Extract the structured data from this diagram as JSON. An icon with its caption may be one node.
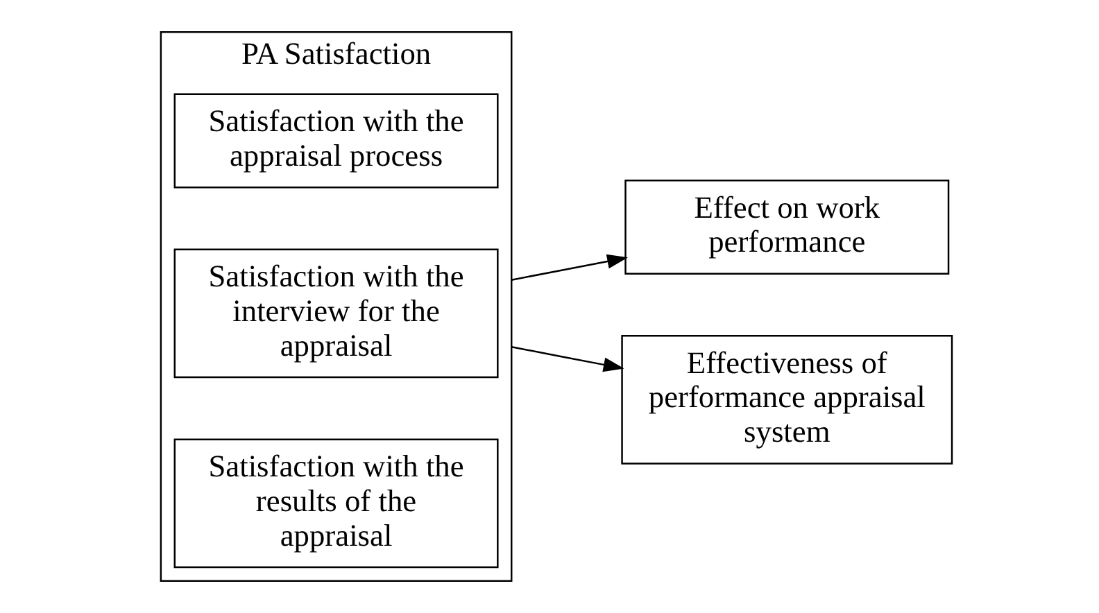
{
  "diagram": {
    "nodes": [
      {
        "text": [
          "PA Satisfaction"
        ]
      },
      {
        "text": [
          "Satisfaction with the results of the appraisal"
        ],
        "in": 0
      },
      {
        "text": [
          "Satisfaction with the interview for the appraisal"
        ],
        "in": 0
      },
      {
        "text": [
          "Satisfaction with the appraisal process"
        ],
        "in": 0
      },
      {
        "text": [
          "Effect on work performance"
        ]
      },
      {
        "text": [
          "Effectiveness of performance appraisal system"
        ]
      }
    ],
    "edges": [
      {
        "from": 0,
        "to": 4,
        "arrow": "to"
      },
      {
        "from": 0,
        "to": 5,
        "arrow": "to"
      }
    ]
  }
}
